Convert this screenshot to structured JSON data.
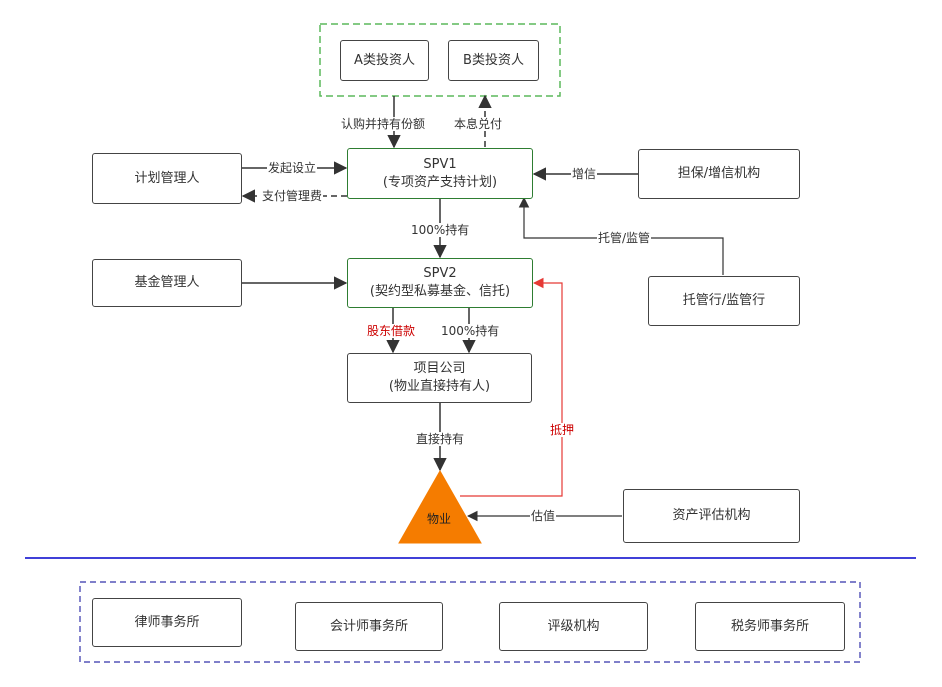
{
  "nodes": {
    "investor_a": "A类投资人",
    "investor_b": "B类投资人",
    "plan_manager": "计划管理人",
    "spv1_title": "SPV1",
    "spv1_sub": "(专项资产支持计划)",
    "guarantor": "担保/增信机构",
    "fund_manager": "基金管理人",
    "spv2_title": "SPV2",
    "spv2_sub": "(契约型私募基金、信托)",
    "custodian": "托管行/监管行",
    "project_title": "项目公司",
    "project_sub": "(物业直接持有人)",
    "property": "物业",
    "appraiser": "资产评估机构",
    "law_firm": "律师事务所",
    "accounting_firm": "会计师事务所",
    "rating_agency": "评级机构",
    "tax_firm": "税务师事务所"
  },
  "edges": {
    "subscribe": "认购并持有份额",
    "pay": "本息兑付",
    "initiate": "发起设立",
    "fee": "支付管理费",
    "credit": "增信",
    "custody": "托管/监管",
    "hold1": "100%持有",
    "loan": "股东借款",
    "hold2": "100%持有",
    "direct": "直接持有",
    "pledge": "抵押",
    "appraise": "估值"
  },
  "colors": {
    "investor_group_border": "#5cb85c",
    "spv_border": "#2e7d32",
    "red_line": "#e53935",
    "property_fill": "#f57c00",
    "divider": "#0000cc",
    "bottom_group_border": "#3333aa"
  }
}
